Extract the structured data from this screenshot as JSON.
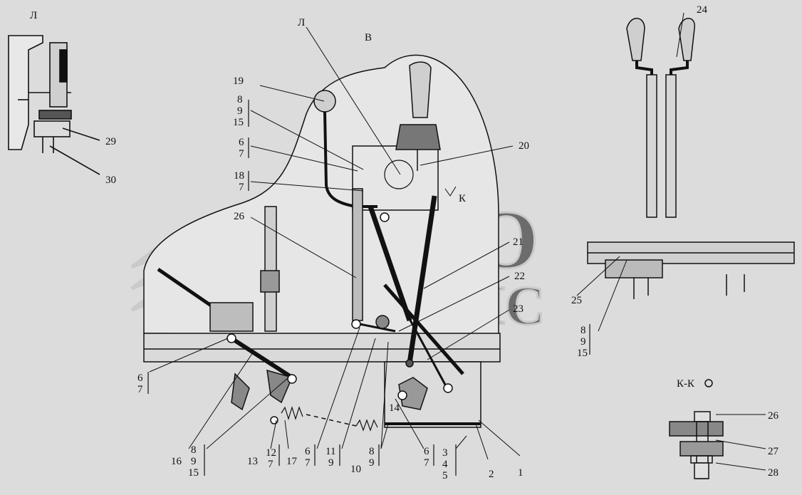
{
  "views": {
    "left_corner": "Л",
    "center_top": "Л",
    "view_b": "В",
    "section_kk": "К-К",
    "arrow_k": "К"
  },
  "watermark": {
    "line1": "АВТО",
    "line2": "АЛЬЯНС"
  },
  "labels": {
    "n1": "1",
    "n2": "2",
    "n3": "3",
    "n4": "4",
    "n5": "5",
    "n6a": "6",
    "n7a": "7",
    "n6b": "6",
    "n7b": "7",
    "n6c": "6",
    "n7c": "7",
    "n6d": "6",
    "n7d": "7",
    "n7e": "7",
    "n7f": "7",
    "n8a": "8",
    "n9a": "9",
    "n15a": "15",
    "n8b": "8",
    "n9b": "9",
    "n15b": "15",
    "n8c": "8",
    "n9c": "9",
    "n15c": "15",
    "n8d": "8",
    "n9d": "9",
    "n10": "10",
    "n11": "11",
    "n9e": "9",
    "n12": "12",
    "n13": "13",
    "n14": "14",
    "n16": "16",
    "n17": "17",
    "n18": "18",
    "n19": "19",
    "n20": "20",
    "n21": "21",
    "n22": "22",
    "n23": "23",
    "n24": "24",
    "n25": "25",
    "n26a": "26",
    "n26b": "26",
    "n27": "27",
    "n28": "28",
    "n29": "29",
    "n30": "30"
  },
  "colors": {
    "background": "#dcdcdc",
    "ink": "#111111",
    "watermark": "#c8c8c8"
  }
}
